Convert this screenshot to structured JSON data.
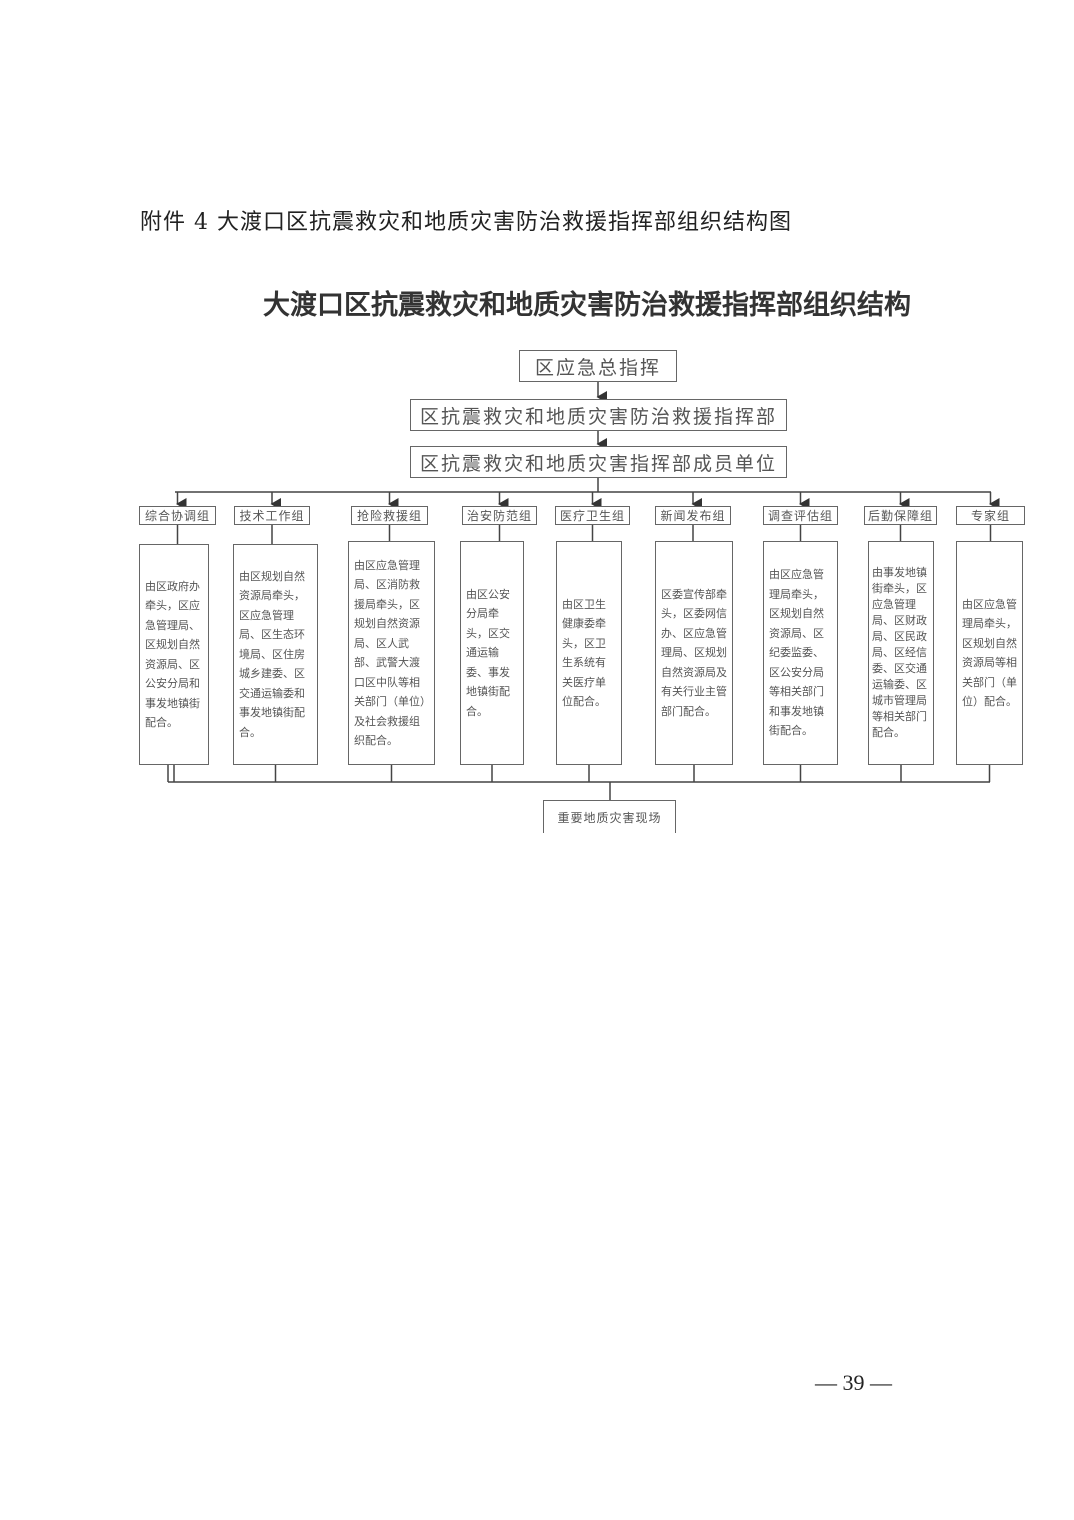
{
  "attachment_title": "附件 4  大渡口区抗震救灾和地质灾害防治救援指挥部组织结构图",
  "chart_title": "大渡口区抗震救灾和地质灾害防治救援指挥部组织结构",
  "levels": [
    "区应急总指挥",
    "区抗震救灾和地质灾害防治救援指挥部",
    "区抗震救灾和地质灾害指挥部成员单位"
  ],
  "groups": [
    {
      "name": "综合协调组",
      "desc": "由区政府办牵头，区应急管理局、区规划自然资源局、区公安分局和事发地镇街配合。"
    },
    {
      "name": "技术工作组",
      "desc": "由区规划自然资源局牵头，区应急管理局、区生态环境局、区住房城乡建委、区交通运输委和事发地镇街配合。"
    },
    {
      "name": "抢险救援组",
      "desc": "由区应急管理局、区消防救援局牵头，区规划自然资源局、区人武部、武警大渡口区中队等相关部门（单位）及社会救援组织配合。"
    },
    {
      "name": "治安防范组",
      "desc": "由区公安分局牵头，区交通运输委、事发地镇街配合。"
    },
    {
      "name": "医疗卫生组",
      "desc": "由区卫生健康委牵头，区卫生系统有关医疗单位配合。"
    },
    {
      "name": "新闻发布组",
      "desc": "区委宣传部牵头，区委网信办、区应急管理局、区规划自然资源局及有关行业主管部门配合。"
    },
    {
      "name": "调查评估组",
      "desc": "由区应急管理局牵头，区规划自然资源局、区纪委监委、区公安分局等相关部门和事发地镇街配合。"
    },
    {
      "name": "后勤保障组",
      "desc": "由事发地镇街牵头，区应急管理局、区财政局、区民政局、区经信委、区交通运输委、区城市管理局等相关部门配合。"
    },
    {
      "name": "专家组",
      "desc": "由区应急管理局牵头，区规划自然资源局等相关部门（单位）配合。"
    }
  ],
  "site": "重要地质灾害现场",
  "page_number": "— 39 —"
}
